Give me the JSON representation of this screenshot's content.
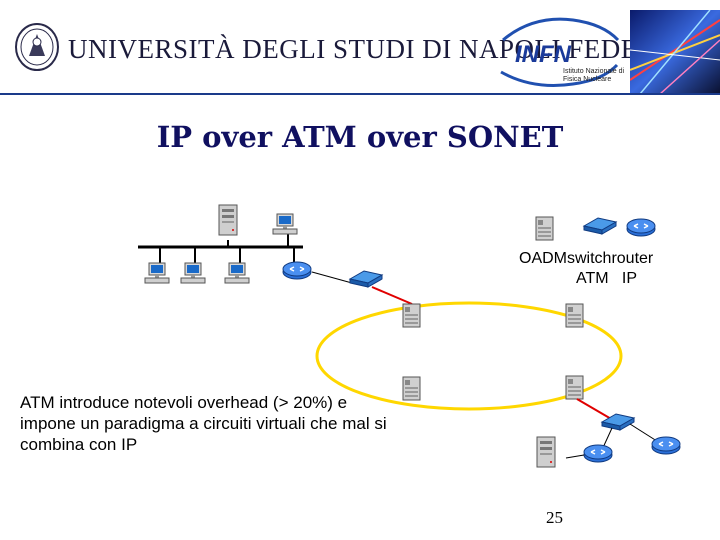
{
  "header": {
    "university_name": "UNIVERSITÀ DEGLI STUDI DI NAPOLI FEDERICO II",
    "infn_logo_text": "INFN",
    "infn_subtitle": "Istituto Nazionale di Fisica Nucleare"
  },
  "title": "IP over ATM over SONET",
  "legend": {
    "top_line": "OADMswitchrouter",
    "bottom_line": "ATM   IP"
  },
  "note": "ATM introduce notevoli overhead (> 20%) e impone un paradigma a circuiti virtuali che mal si combina con IP",
  "page_number": "25",
  "colors": {
    "ring": "#ffd700",
    "link": "#e00000",
    "router": "#2a6fd8",
    "switch": "#2f7fd4",
    "header_rule": "#1a3a8a",
    "title": "#101060"
  },
  "icons": [
    "university-seal-icon",
    "infn-logo-icon",
    "network-photo-icon",
    "server-icon",
    "workstation-icon",
    "router-icon",
    "atm-switch-icon",
    "oadm-icon"
  ]
}
